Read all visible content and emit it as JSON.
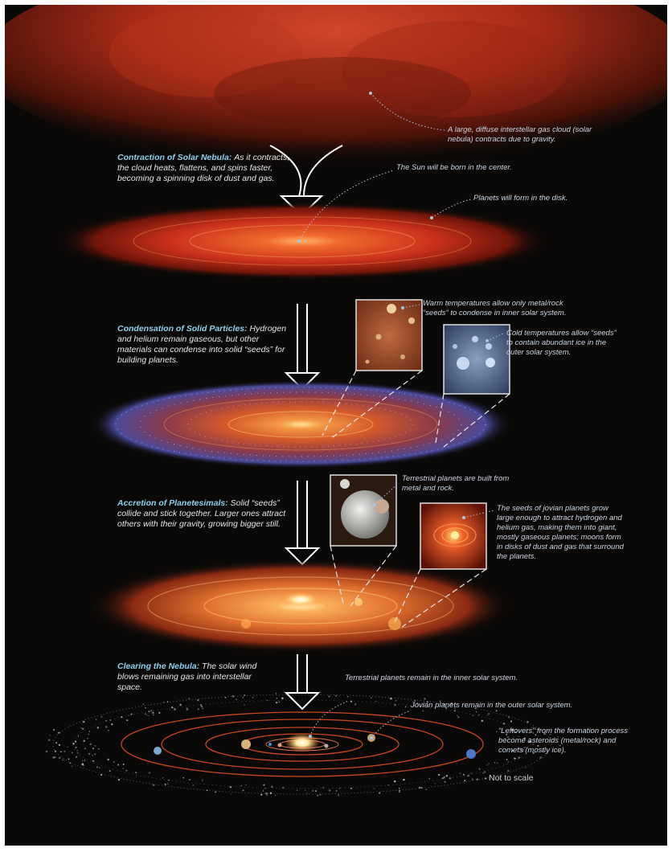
{
  "stages": [
    {
      "title": "Contraction of Solar Nebula:",
      "description": "As it contracts, the cloud heats, flattens, and spins faster, becoming a spinning disk of dust and gas."
    },
    {
      "title": "Condensation of Solid Particles:",
      "description": "Hydrogen and helium remain gaseous, but other materials can condense into solid “seeds” for building planets."
    },
    {
      "title": "Accretion of Planetesimals:",
      "description": "Solid “seeds” collide and stick together. Larger ones attract others with their gravity, growing bigger still."
    },
    {
      "title": "Clearing the Nebula:",
      "description": "The solar wind blows remaining gas into interstellar space."
    }
  ],
  "annotations": {
    "cloud": "A large, diffuse interstellar gas cloud (solar nebula) contracts due to gravity.",
    "sun_center": "The Sun will be born in the center.",
    "planets_disk": "Planets will form in the disk.",
    "warm_temps": "Warm temperatures allow only metal/rock “seeds” to condense in inner solar system.",
    "cold_temps": "Cold temperatures allow “seeds” to contain abundant ice in the outer solar system.",
    "terrestrial_built": "Terrestrial planets are built from metal and rock.",
    "jovian_seeds": "The seeds of jovian planets grow large enough to attract hydrogen and helium gas, making them into giant, mostly gaseous planets; moons form in disks of dust and gas that surround the planets.",
    "terrestrial_remain": "Terrestrial planets remain in the inner solar system.",
    "jovian_remain": "Jovian planets remain in the outer solar system.",
    "leftovers": "“Leftovers” from the formation process become asteroids (metal/rock) and comets (mostly ice)."
  },
  "scale_note": "Not to scale",
  "colors": {
    "background": "#0b0908",
    "stage_title": "#8fd0ee",
    "annotation_text": "#c9d6e2",
    "nebula_red": "#c0301a",
    "disk_orange": "#e8602a",
    "orbit_line": "#c8461e"
  }
}
